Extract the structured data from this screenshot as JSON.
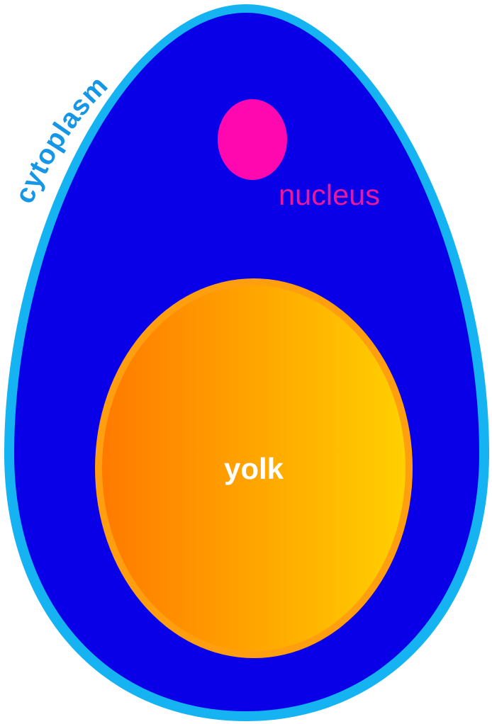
{
  "labels": {
    "cytoplasm": "cytoplasm",
    "nucleus": "nucleus",
    "yolk": "yolk"
  },
  "colors": {
    "background": "#ffffff",
    "cell_outline": "#16b3f2",
    "cytoplasm_fill": "#0a00e8",
    "nucleus_fill": "#ff08b0",
    "nucleus_label": "#e8199b",
    "yolk_rim": "#ff9f10",
    "yolk_gradient_left": "#ff7a00",
    "yolk_gradient_right": "#ffd000",
    "cytoplasm_label": "#1596e6",
    "yolk_label": "#ffffff"
  }
}
